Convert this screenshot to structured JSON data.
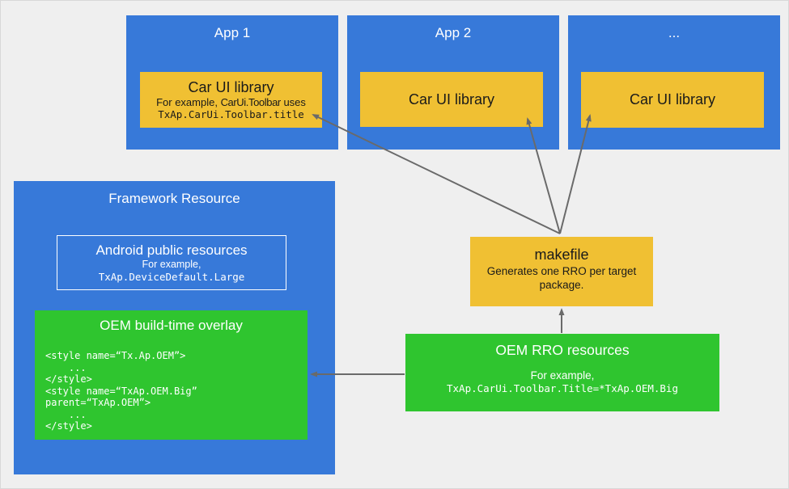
{
  "colors": {
    "blue": "#3779D9",
    "yellow": "#F0C033",
    "green": "#2FC52F",
    "background": "#EFEFEF",
    "arrow": "#6A6A6A",
    "canvas_border": "#D8D8D8"
  },
  "apps": [
    {
      "title": "App 1",
      "library": {
        "title": "Car UI library",
        "example_prefix": "For example, ",
        "example_ref": "CarUi.Toolbar",
        "example_suffix": " uses",
        "example_code": "TxAp.CarUi.Toolbar.title"
      }
    },
    {
      "title": "App 2",
      "library": {
        "title": "Car UI library"
      }
    },
    {
      "title": "...",
      "library": {
        "title": "Car UI library"
      }
    }
  ],
  "framework": {
    "title": "Framework Resource",
    "public_resources": {
      "title": "Android public resources",
      "example_label": "For example,",
      "example_code": "TxAp.DeviceDefault.Large"
    },
    "oem_overlay": {
      "title": "OEM build-time overlay",
      "code": "<style name=“Tx.Ap.OEM”>\n    ...\n</style>\n<style name=“TxAp.OEM.Big”\nparent=“TxAp.OEM”>\n    ...\n</style>"
    }
  },
  "makefile": {
    "title": "makefile",
    "subtitle": "Generates one RRO per target package."
  },
  "oem_rro": {
    "title": "OEM RRO resources",
    "example_label": "For example,",
    "example_code": "TxAp.CarUi.Toolbar.Title=*TxAp.OEM.Big"
  },
  "arrows": [
    {
      "from": "makefile",
      "to": "app-1-car-ui-library"
    },
    {
      "from": "makefile",
      "to": "app-2-car-ui-library"
    },
    {
      "from": "makefile",
      "to": "app-3-car-ui-library"
    },
    {
      "from": "oem-rro-resources",
      "to": "makefile"
    },
    {
      "from": "oem-rro-resources",
      "to": "oem-build-time-overlay"
    }
  ]
}
